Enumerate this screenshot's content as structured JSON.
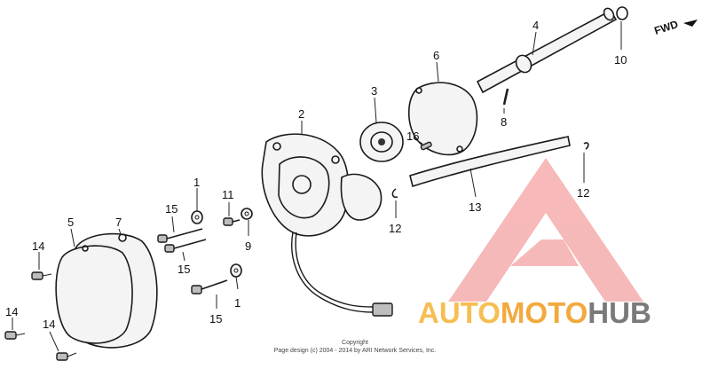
{
  "diagram": {
    "callouts": [
      {
        "id": "c1a",
        "label": "1"
      },
      {
        "id": "c1b",
        "label": "1"
      },
      {
        "id": "c2",
        "label": "2"
      },
      {
        "id": "c3",
        "label": "3"
      },
      {
        "id": "c4",
        "label": "4"
      },
      {
        "id": "c5",
        "label": "5"
      },
      {
        "id": "c6",
        "label": "6"
      },
      {
        "id": "c7",
        "label": "7"
      },
      {
        "id": "c8",
        "label": "8"
      },
      {
        "id": "c9",
        "label": "9"
      },
      {
        "id": "c10",
        "label": "10"
      },
      {
        "id": "c11",
        "label": "11"
      },
      {
        "id": "c12a",
        "label": "12"
      },
      {
        "id": "c12b",
        "label": "12"
      },
      {
        "id": "c13",
        "label": "13"
      },
      {
        "id": "c14a",
        "label": "14"
      },
      {
        "id": "c14b",
        "label": "14"
      },
      {
        "id": "c14c",
        "label": "14"
      },
      {
        "id": "c15a",
        "label": "15"
      },
      {
        "id": "c15b",
        "label": "15"
      },
      {
        "id": "c15c",
        "label": "15"
      },
      {
        "id": "c16",
        "label": "16"
      }
    ],
    "direction_label": "FWD",
    "copyright_line1": "Copyright",
    "copyright_line2": "Page design (c) 2004 - 2014 by ARI Network Services, Inc."
  },
  "watermark": {
    "word_auto": "AUTO",
    "word_moto": "MOTO",
    "word_hub": "HUB",
    "colors": {
      "triangle": "#f08080",
      "auto": "#f6be52",
      "moto": "#f2a93e",
      "hub": "#7a7a7a"
    }
  }
}
